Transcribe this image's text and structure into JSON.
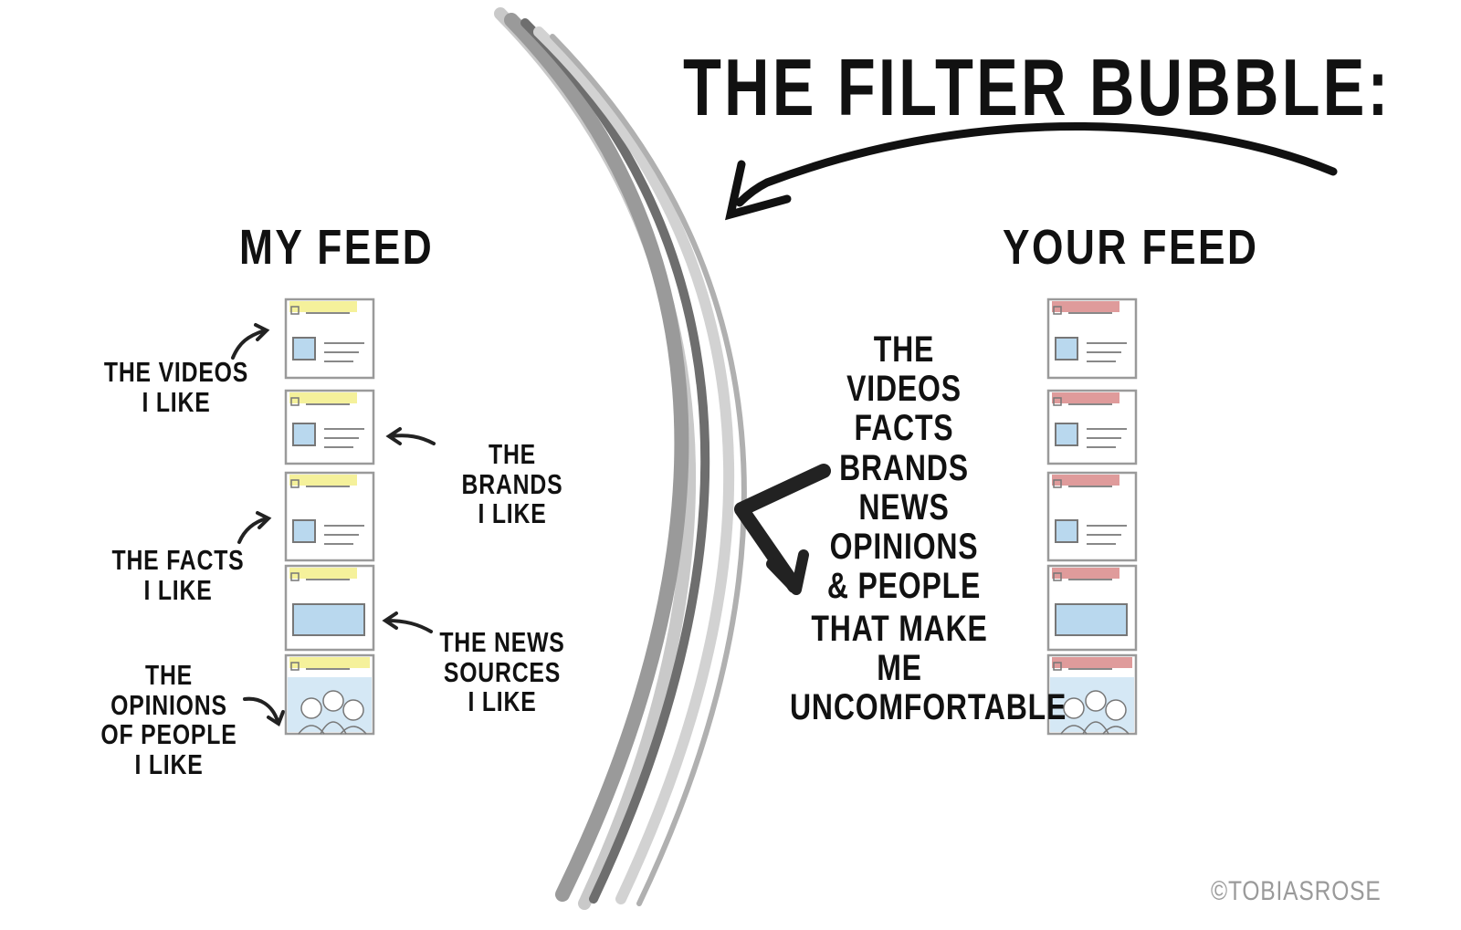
{
  "title": "THE FILTER BUBBLE:",
  "my_feed": {
    "title": "MY FEED",
    "highlight_color": "#f3ee8a",
    "labels": {
      "videos": [
        "THE VIDEOS",
        "I LIKE"
      ],
      "brands": [
        "THE BRANDS",
        "I LIKE"
      ],
      "facts": [
        "THE FACTS",
        "I LIKE"
      ],
      "news": [
        "THE NEWS",
        "SOURCES",
        "I LIKE"
      ],
      "opinions": [
        "THE OPINIONS",
        "OF PEOPLE",
        "I LIKE"
      ]
    }
  },
  "your_feed": {
    "title": "YOUR FEED",
    "highlight_color": "#d98a8a",
    "labels": {
      "list": [
        "THE VIDEOS",
        "FACTS",
        "BRANDS",
        "NEWS",
        "OPINIONS",
        "& PEOPLE"
      ],
      "tail": [
        "THAT MAKE ME",
        "UNCOMFORTABLE"
      ]
    }
  },
  "copyright": "©TOBIASROSE",
  "colors": {
    "ink": "#111111",
    "bubble_wall": "#8a8a8a",
    "card_border": "#9a9a9a",
    "media_fill": "#b9d8ee"
  }
}
